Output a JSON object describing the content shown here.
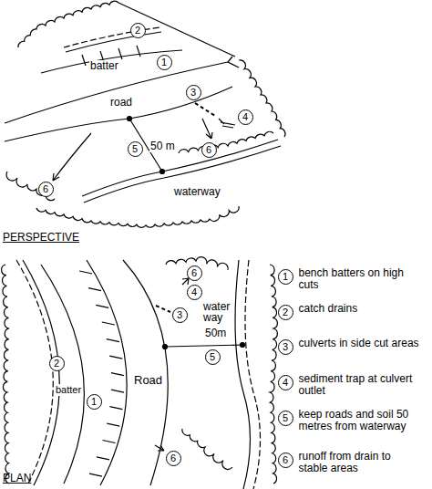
{
  "diagram": {
    "nodes": [
      {
        "text": [
          "2"
        ]
      },
      {
        "text": [
          "1"
        ]
      },
      {
        "text": [
          "3"
        ]
      },
      {
        "text": [
          "4"
        ]
      },
      {
        "text": [
          "5"
        ]
      },
      {
        "text": [
          "6"
        ]
      },
      {
        "text": [
          "6"
        ]
      },
      {
        "text": [
          "6"
        ]
      },
      {
        "text": [
          "4"
        ]
      },
      {
        "text": [
          "3"
        ]
      },
      {
        "text": [
          "2"
        ]
      },
      {
        "text": [
          "1"
        ]
      },
      {
        "text": [
          "5"
        ]
      },
      {
        "text": [
          "6"
        ]
      },
      {
        "text": [
          "1",
          "bench batters on high cuts"
        ]
      },
      {
        "text": [
          "2",
          "catch drains"
        ]
      },
      {
        "text": [
          "3",
          "culverts in side cut areas"
        ]
      },
      {
        "text": [
          "4",
          "sediment trap at culvert outlet"
        ]
      },
      {
        "text": [
          "5",
          "keep roads and soil 50 metres from waterway"
        ]
      },
      {
        "text": [
          "6",
          "runoff from drain to stable areas"
        ]
      }
    ],
    "labels": [
      "batter",
      "road",
      "50 m",
      "waterway",
      "PERSPECTIVE",
      "batter",
      "Road",
      "water way",
      "50m",
      "PLAN"
    ]
  }
}
